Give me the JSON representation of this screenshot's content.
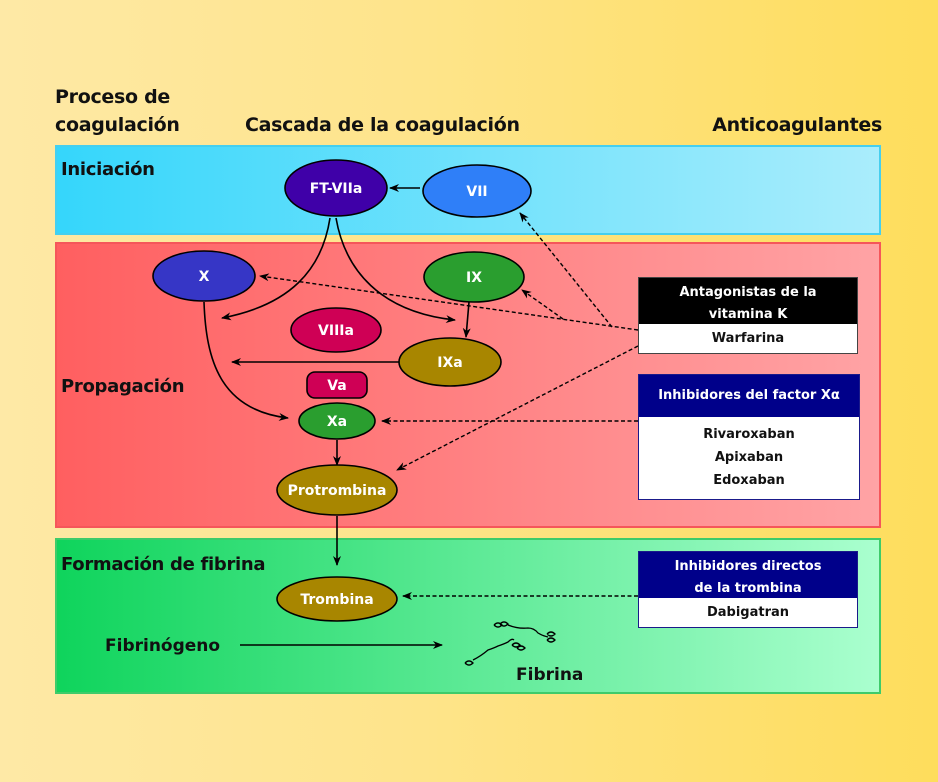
{
  "headers": {
    "process_line1": "Proceso de",
    "process_line2": "coagulación",
    "cascade": "Cascada de la coagulación",
    "anticoagulants": "Anticoagulantes"
  },
  "phases": {
    "initiation": "Iniciación",
    "propagation": "Propagación",
    "fibrin_formation": "Formación de fibrina"
  },
  "nodes": {
    "ft_viia": "FT-VIIa",
    "vii": "VII",
    "x": "X",
    "ix": "IX",
    "viiia": "VIIIa",
    "ixa": "IXa",
    "va": "Va",
    "xa": "Xa",
    "protrombina": "Protrombina",
    "trombina": "Trombina",
    "fibrinogeno": "Fibrinógeno",
    "fibrina": "Fibrina"
  },
  "node_colors": {
    "ft_viia": "#3f00a8",
    "vii": "#2f7ff8",
    "x": "#3636c6",
    "ix": "#2a9e2f",
    "viiia": "#cf0055",
    "ixa": "#a88600",
    "va": "#cf0055",
    "xa": "#2a9e2f",
    "protrombina": "#a88600",
    "trombina": "#a88600"
  },
  "drug_classes": {
    "vitamin_k": {
      "title_line1": "Antagonistas de la",
      "title_line2": "vitamina K",
      "drugs": [
        "Warfarina"
      ]
    },
    "factor_xa": {
      "title": "Inhibidores del factor Xα",
      "drugs": [
        "Rivaroxaban",
        "Apixaban",
        "Edoxaban"
      ]
    },
    "thrombin": {
      "title_line1": "Inhibidores directos",
      "title_line2": "de la trombina",
      "drugs": [
        "Dabigatran"
      ]
    }
  }
}
